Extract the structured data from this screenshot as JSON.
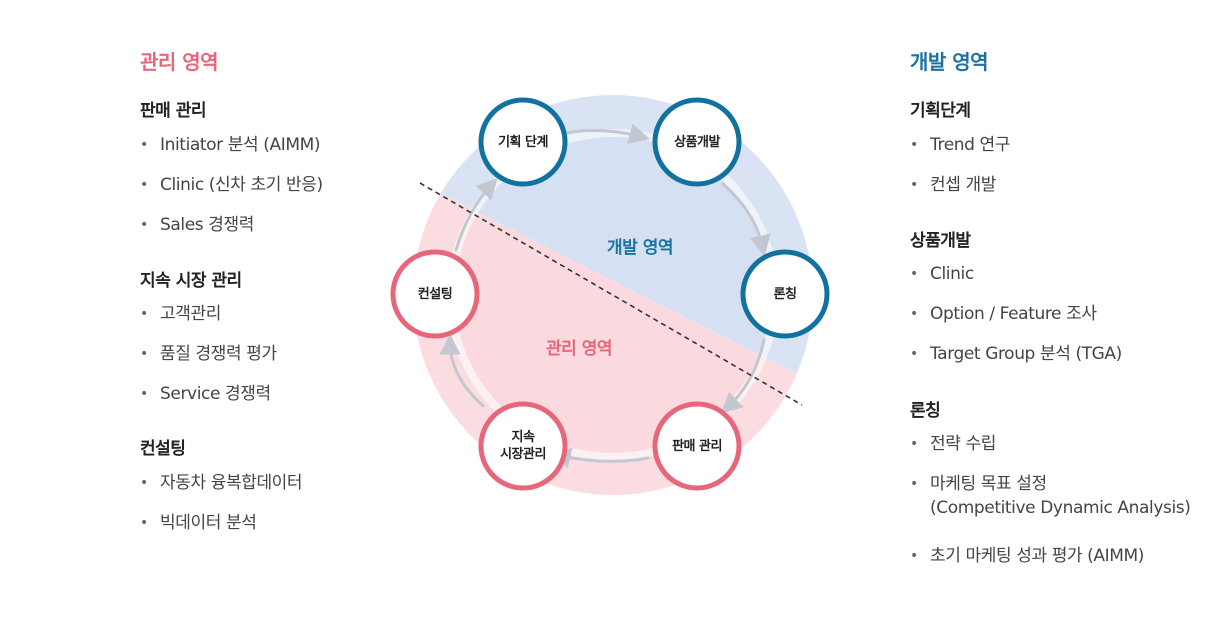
{
  "left_panel": {
    "area_title": "관리 영역",
    "groups": [
      {
        "title": "판매 관리",
        "items": [
          "Initiator 분석 (AIMM)",
          "Clinic (신차 초기 반응)",
          "Sales 경쟁력"
        ]
      },
      {
        "title": "지속 시장 관리",
        "items": [
          "고객관리",
          "품질 경쟁력 평가",
          "Service 경쟁력"
        ]
      },
      {
        "title": "컨설팅",
        "items": [
          "자동차 융복합데이터",
          "빅데이터 분석"
        ]
      }
    ]
  },
  "right_panel": {
    "area_title": "개발 영역",
    "groups": [
      {
        "title": "기획단계",
        "items": [
          "Trend 연구",
          "컨셉 개발"
        ]
      },
      {
        "title": "상품개발",
        "items": [
          "Clinic",
          "Option / Feature 조사",
          "Target Group 분석 (TGA)"
        ]
      },
      {
        "title": "론칭",
        "items": [
          "전략 수립",
          "마케팅 목표 설정",
          "초기 마케팅 성과 평가 (AIMM)"
        ]
      }
    ],
    "item_continuation": "(Competitive Dynamic Analysis)"
  },
  "bullet_symbol": "•",
  "diagram": {
    "development_label": "개발 영역",
    "management_label": "관리 영역",
    "nodes": {
      "planning": "기획 단계",
      "product_dev": "상품개발",
      "launch": "론칭",
      "sales_mgmt": "판매 관리",
      "market_mgmt_line1": "지속",
      "market_mgmt_line2": "시장관리",
      "consulting": "컨설팅"
    }
  },
  "colors": {
    "development_blue": "#1d72a0",
    "management_pink": "#e8667a",
    "development_fill": "#dae3f4",
    "management_fill": "#fbdde1"
  }
}
